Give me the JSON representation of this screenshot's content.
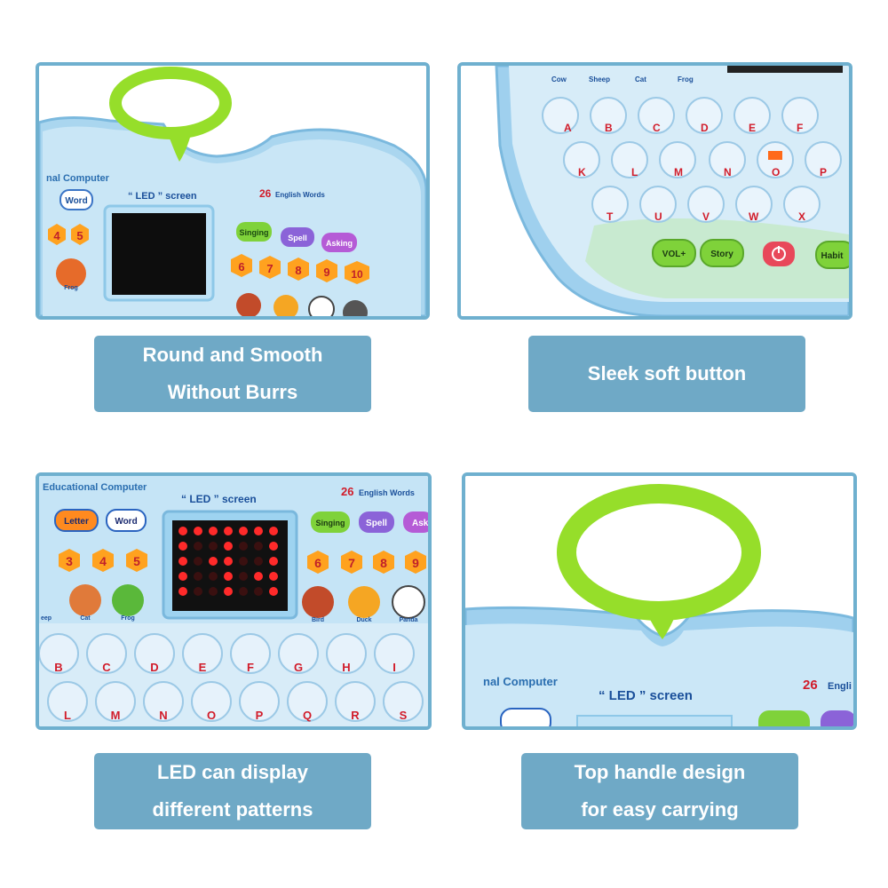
{
  "captions": [
    {
      "line1": "Round and Smooth",
      "line2": "Without Burrs"
    },
    {
      "line1": "Sleek soft button"
    },
    {
      "line1": "LED can display",
      "line2": "different patterns"
    },
    {
      "line1": "Top handle design",
      "line2": "for easy carrying"
    }
  ],
  "device": {
    "title_fragment_1": "nal Computer",
    "title_fragment_3": "Educational Computer",
    "title_fragment_4": "nal Computer",
    "led_label": "“ LED ” screen",
    "words_26": "26",
    "english_words": "English Words",
    "english_fragment": "Engli",
    "buttons": {
      "word": "Word",
      "letter": "Letter",
      "singing": "Singing",
      "spell": "Spell",
      "asking": "Asking",
      "ask_fragment": "Ask",
      "vol": "VOL+",
      "story": "Story",
      "habit": "Habit"
    },
    "numbers_left": [
      "4",
      "5"
    ],
    "numbers_left_3": [
      "3",
      "4",
      "5"
    ],
    "numbers_right": [
      "6",
      "7",
      "8",
      "9",
      "10"
    ],
    "numbers_right_3": [
      "6",
      "7",
      "8",
      "9"
    ],
    "animals": {
      "cow": "Cow",
      "sheep": "Sheep",
      "cat": "Cat",
      "frog": "Frog",
      "bird": "Bird",
      "duck": "Duck",
      "panda": "Panda",
      "eep": "eep"
    },
    "letters_row1": [
      "A",
      "B",
      "C",
      "D",
      "E",
      "F"
    ],
    "letters_row2": [
      "K",
      "L",
      "M",
      "N",
      "O",
      "P"
    ],
    "letters_row3": [
      "T",
      "U",
      "V",
      "W",
      "X"
    ],
    "letters_p3_row1": [
      "B",
      "C",
      "D",
      "E",
      "F",
      "G",
      "H",
      "I"
    ],
    "letters_p3_row2": [
      "L",
      "M",
      "N",
      "O",
      "P",
      "Q",
      "R",
      "S"
    ]
  },
  "colors": {
    "frame": "#6fb0cf",
    "caption_bg": "#6fa9c6",
    "device_blue": "#b7dcf0",
    "device_edge": "#8cc3e3",
    "handle_green": "#9be22a",
    "key_face": "#e6f2fb",
    "led_red": "#ff2a2a"
  }
}
